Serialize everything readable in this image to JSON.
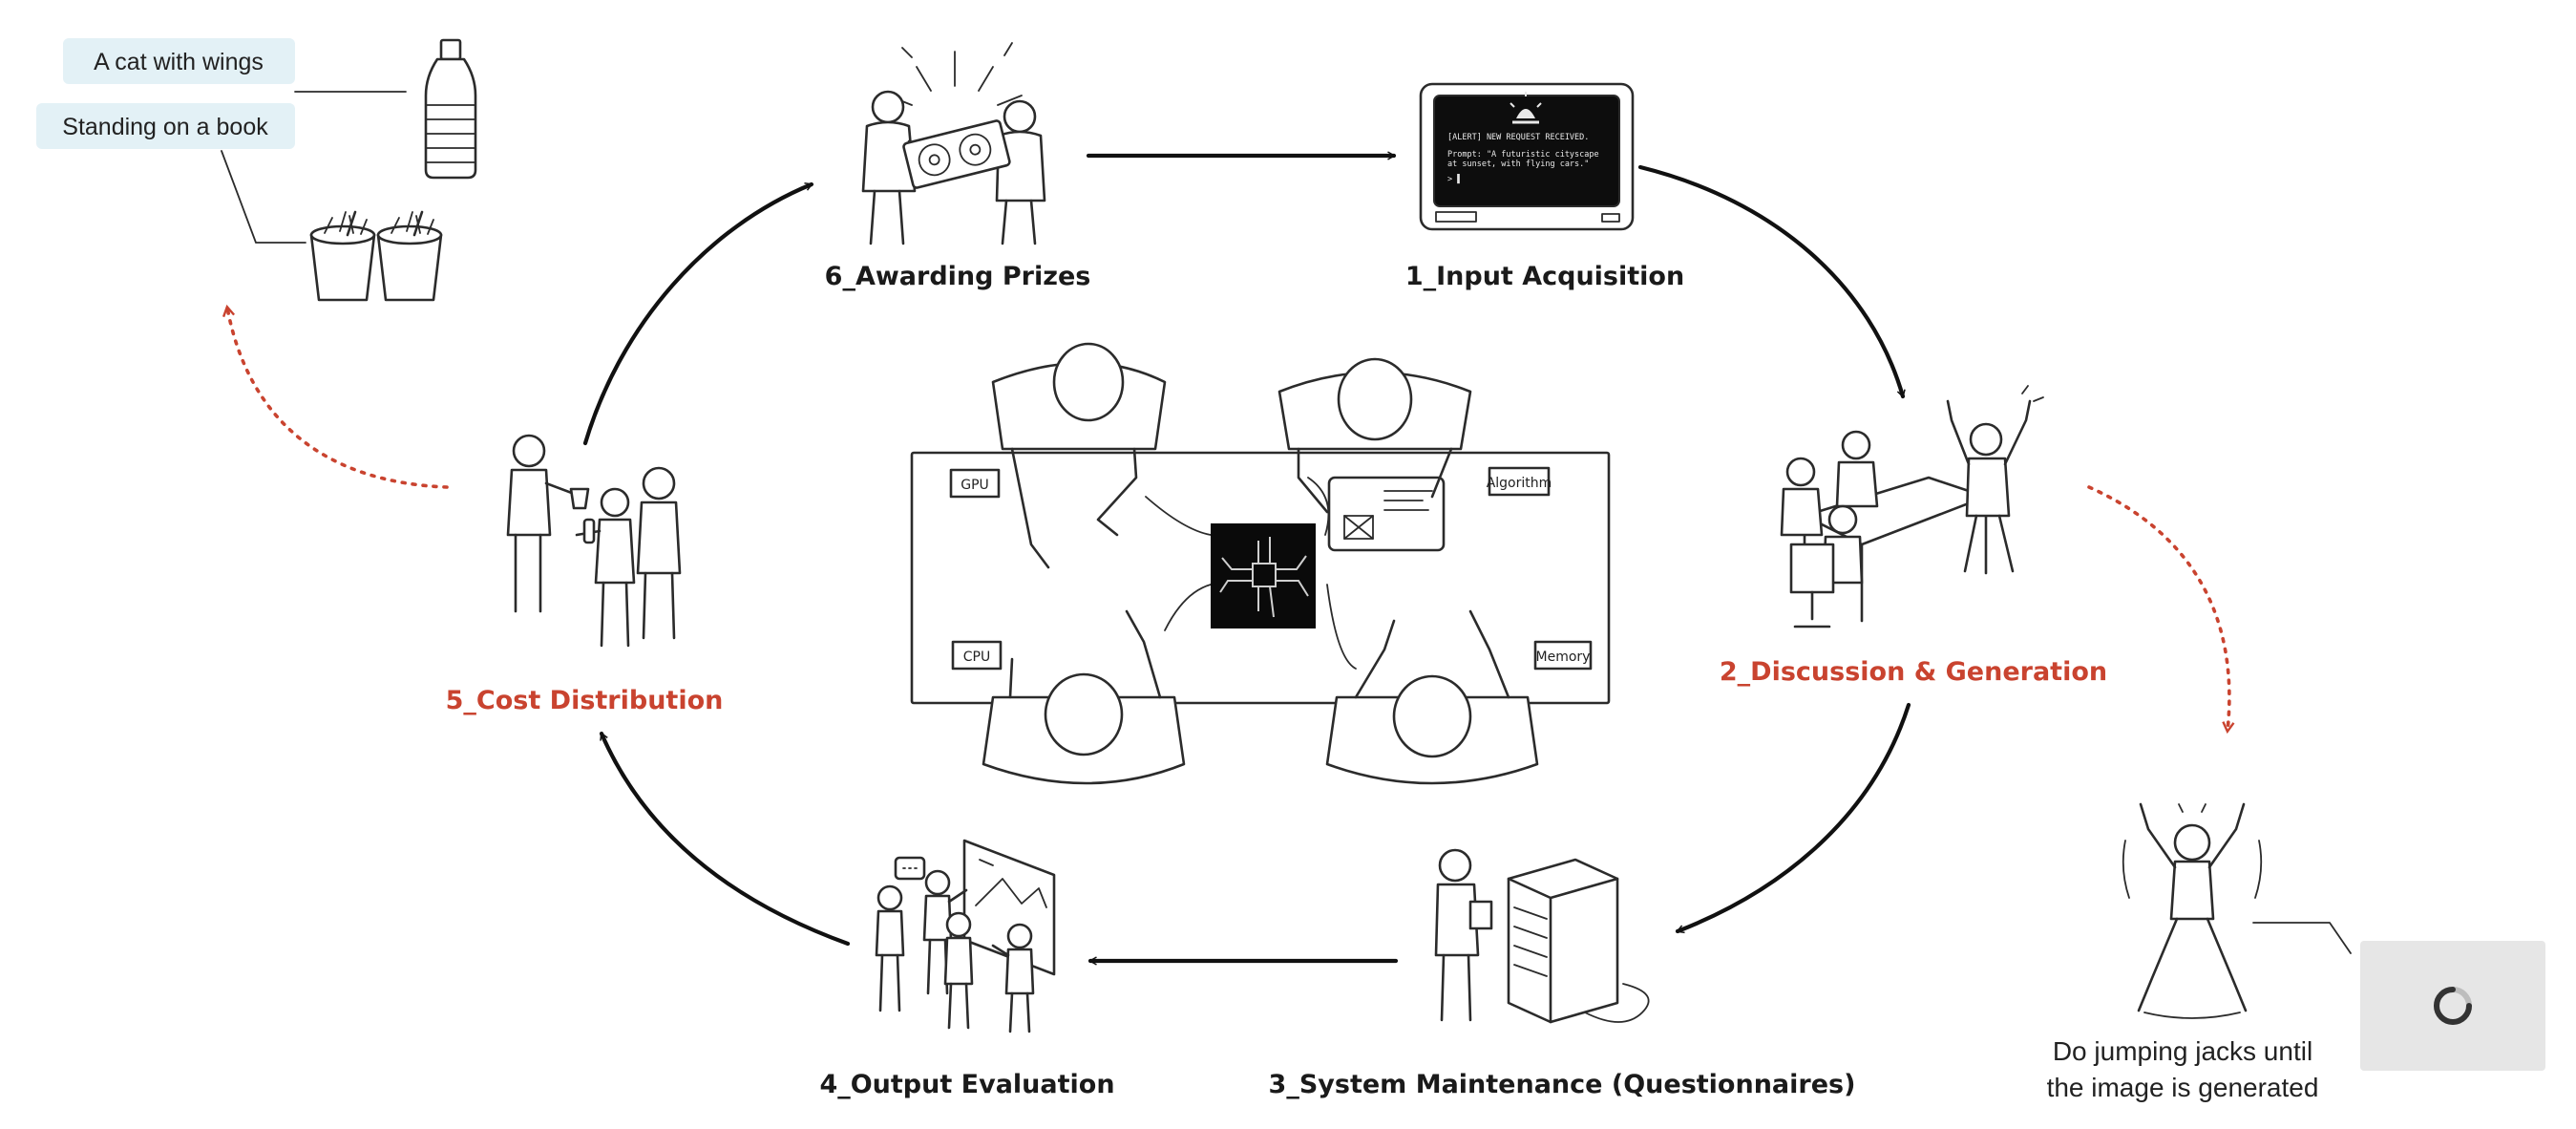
{
  "stages": {
    "s1": "1_Input Acquisition",
    "s2": "2_Discussion & Generation",
    "s3": "3_System Maintenance (Questionnaires)",
    "s4": "4_Output Evaluation",
    "s5": "5_Cost Distribution",
    "s6": "6_Awarding Prizes"
  },
  "notes": {
    "note_1": "A cat with wings",
    "note_2": "Standing on a book"
  },
  "terminal": {
    "line_1": "[ALERT] NEW REQUEST RECEIVED.",
    "line_2": "Prompt: \"A futuristic cityscape",
    "line_3": "at sunset, with flying cars.\"",
    "line_4": "> ▌"
  },
  "table_tags": {
    "gpu": "GPU",
    "cpu": "CPU",
    "algorithm": "Algorithm",
    "memory": "Memory"
  },
  "caption": {
    "line_1": "Do jumping jacks until",
    "line_2": "the image is generated"
  },
  "colors": {
    "highlight_red": "#c9432f",
    "note_bg": "#e3f1f6",
    "loading_box": "#e6e6e6"
  },
  "highlighted_stages": [
    "2_Discussion & Generation",
    "5_Cost Distribution"
  ],
  "icons": [
    "water-bottle-icon",
    "soda-cup-icon",
    "spinner-icon",
    "chip-icon"
  ]
}
